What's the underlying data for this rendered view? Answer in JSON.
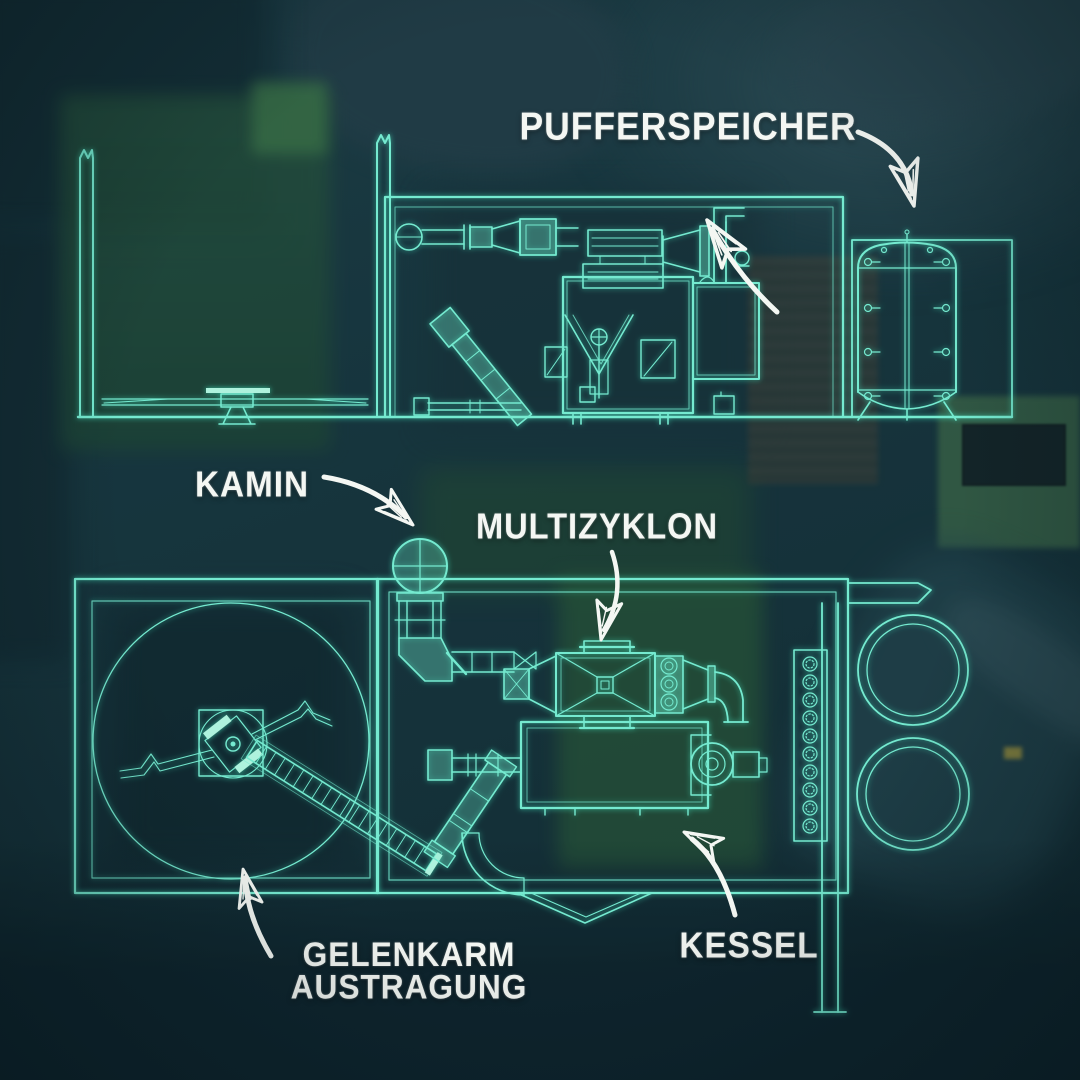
{
  "poster": {
    "labels": {
      "pufferspeicher": "PUFFERSPEICHER",
      "kamin": "KAMIN",
      "multizyklon": "MULTIZYKLON",
      "kessel": "KESSEL",
      "gelenkarm_line1": "GELENKARM",
      "gelenkarm_line2": "AUSTRAGUNG"
    },
    "colors": {
      "diagram_accent": "#74ead0",
      "diagram_glow": "#3fe0ba",
      "label_text": "#f4f7f3",
      "background_teal": "#16343d"
    },
    "icons": {
      "arrows": [
        "pufferspeicher-arrow",
        "boiler-flue-arrow",
        "kamin-arrow",
        "multizyklon-arrow",
        "kessel-arrow",
        "gelenkarm-arrow"
      ]
    }
  }
}
